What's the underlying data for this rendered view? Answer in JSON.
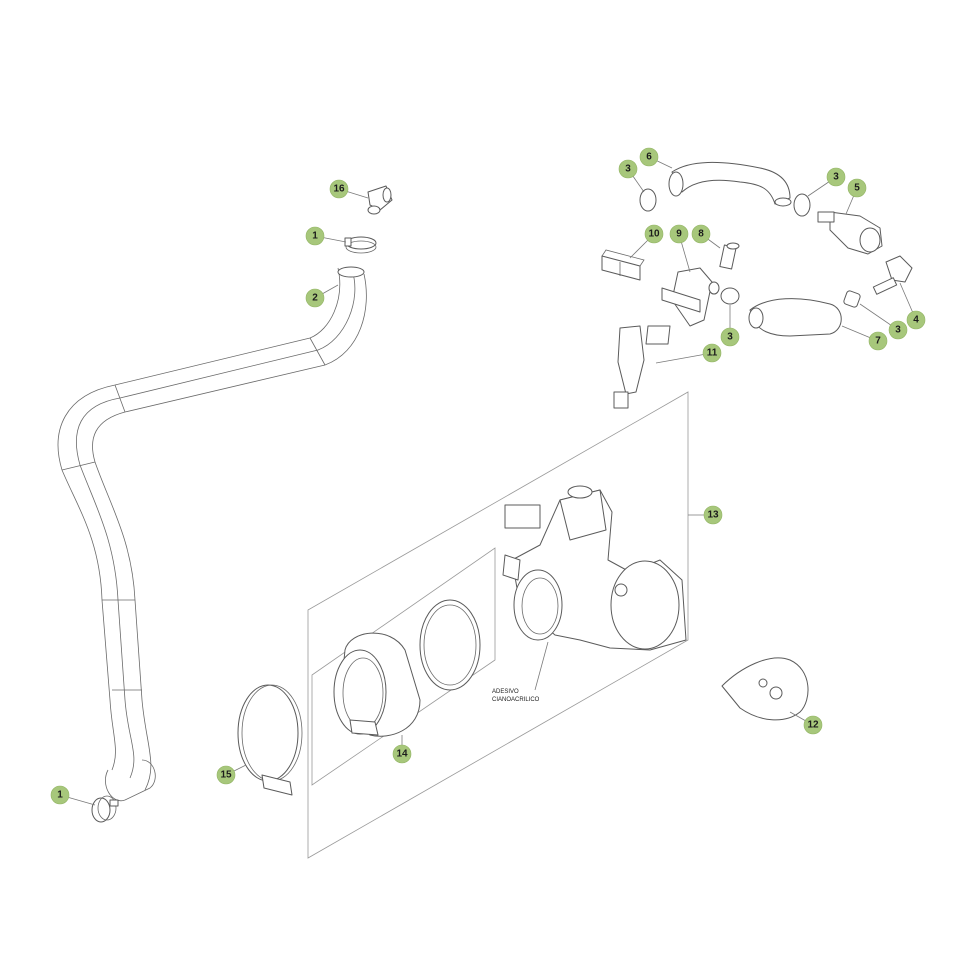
{
  "colors": {
    "callout_fill": "#a7c77b",
    "line": "#5b5b5b",
    "background": "#ffffff"
  },
  "callouts": [
    {
      "id": "c16",
      "label": "16"
    },
    {
      "id": "c1a",
      "label": "1"
    },
    {
      "id": "c2",
      "label": "2"
    },
    {
      "id": "c1b",
      "label": "1"
    },
    {
      "id": "c3a",
      "label": "3"
    },
    {
      "id": "c6",
      "label": "6"
    },
    {
      "id": "c3b",
      "label": "3"
    },
    {
      "id": "c5",
      "label": "5"
    },
    {
      "id": "c10",
      "label": "10"
    },
    {
      "id": "c9",
      "label": "9"
    },
    {
      "id": "c8",
      "label": "8"
    },
    {
      "id": "c3c",
      "label": "3"
    },
    {
      "id": "c11",
      "label": "11"
    },
    {
      "id": "c7",
      "label": "7"
    },
    {
      "id": "c3d",
      "label": "3"
    },
    {
      "id": "c4",
      "label": "4"
    },
    {
      "id": "c13",
      "label": "13"
    },
    {
      "id": "c14",
      "label": "14"
    },
    {
      "id": "c15",
      "label": "15"
    },
    {
      "id": "c12",
      "label": "12"
    }
  ],
  "annotation": {
    "line1": "ADESIVO",
    "line2": "CIANOACRILICO"
  }
}
